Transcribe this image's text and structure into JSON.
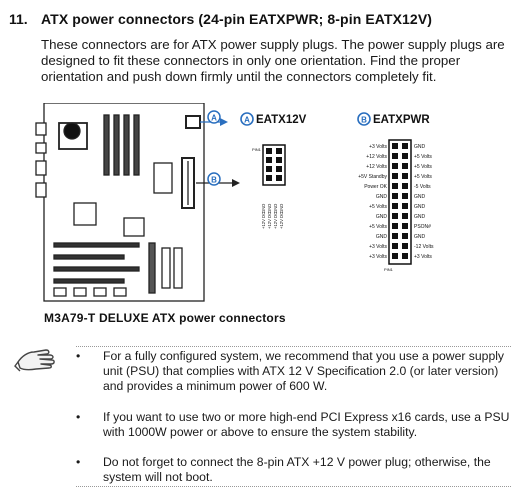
{
  "section": {
    "number": "11.",
    "title": "ATX power connectors (24-pin EATXPWR; 8-pin EATX12V)"
  },
  "intro_text": "These connectors are for ATX power supply plugs. The power supply plugs are designed to fit these connectors in only one orientation. Find the proper orientation and push down firmly until the connectors completely fit.",
  "figure": {
    "caption": "M3A79-T DELUXE ATX power connectors",
    "eatx12v_label": "EATX12V",
    "eatxpwr_label": "EATXPWR",
    "marker_a": "A",
    "marker_b": "B",
    "eatx12v_left": [
      "GND",
      "GND",
      "GND",
      "GND"
    ],
    "eatx12v_right": [
      "+12V DC",
      "+12V DC",
      "+12V DC",
      "+12V DC"
    ],
    "eatxpwr_left": [
      "+3 Volts",
      "+12 Volts",
      "+12 Volts",
      "+5V Standby",
      "Power OK",
      "GND",
      "+5 Volts",
      "GND",
      "+5 Volts",
      "GND",
      "+3 Volts",
      "+3 Volts"
    ],
    "eatxpwr_right": [
      "GND",
      "+5 Volts",
      "+5 Volts",
      "+5 Volts",
      "-5 Volts",
      "GND",
      "GND",
      "GND",
      "PSON#",
      "GND",
      "-12 Volts",
      "+3 Volts"
    ],
    "pin1_label": "PIN1"
  },
  "notes": [
    "For a fully configured system, we recommend that you use a power supply unit (PSU) that complies with ATX 12 V Specification 2.0 (or later version) and provides a minimum power of 600 W.",
    "If you want to use two or more high-end PCI Express x16 cards, use a PSU with 1000W power or above to ensure the system stability.",
    "Do not forget to connect the 8-pin ATX +12 V power plug; otherwise, the system will not boot."
  ],
  "bullet": "•"
}
